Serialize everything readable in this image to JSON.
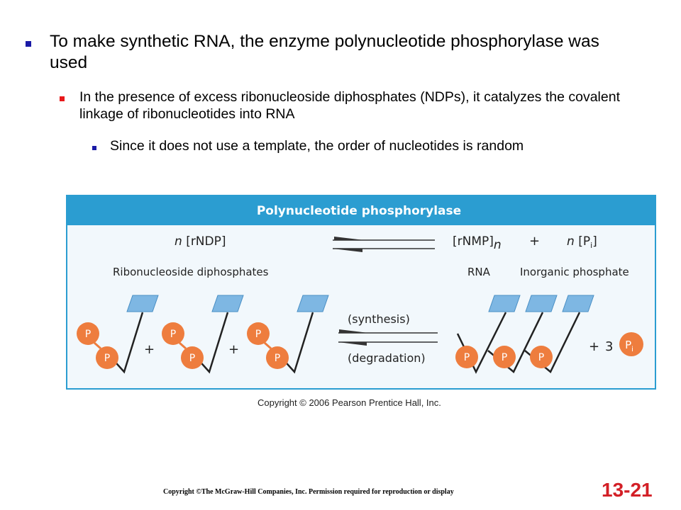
{
  "bullets": {
    "level1": "To make synthetic RNA, the enzyme polynucleotide phosphorylase was used",
    "level2": "In the presence of excess ribonucleoside diphosphates (NDPs), it catalyzes the covalent linkage of ribonucleotides into RNA",
    "level3": "Since it does not use a template, the order of nucleotides is random"
  },
  "figure": {
    "title": "Polynucleotide phosphorylase",
    "left_reactant_coef": "n",
    "left_reactant": "[rNDP]",
    "right_product1": "[rNMP]",
    "right_product1_sub": "n",
    "plus": "+",
    "right_product2_coef": "n",
    "right_product2": "[P",
    "right_product2_sub": "i",
    "right_product2_close": "]",
    "label_left": "Ribonucleoside diphosphates",
    "label_rna": "RNA",
    "label_pi": "Inorganic phosphate",
    "synthesis": "(synthesis)",
    "degradation": "(degradation)",
    "phosphate_letter": "P",
    "coef_three": "3",
    "pi_letter": "P",
    "pi_sub": "i",
    "copyright": "Copyright © 2006 Pearson Prentice Hall, Inc."
  },
  "footer": {
    "copyright": "Copyright ©The McGraw-Hill Companies, Inc. Permission required for reproduction or display",
    "slide_number": "13-21"
  },
  "colors": {
    "header_blue": "#2b9dd1",
    "panel_fill": "#f2f8fc",
    "sugar_blue": "#7eb7e3",
    "phosphate_orange": "#ee7d3e"
  }
}
